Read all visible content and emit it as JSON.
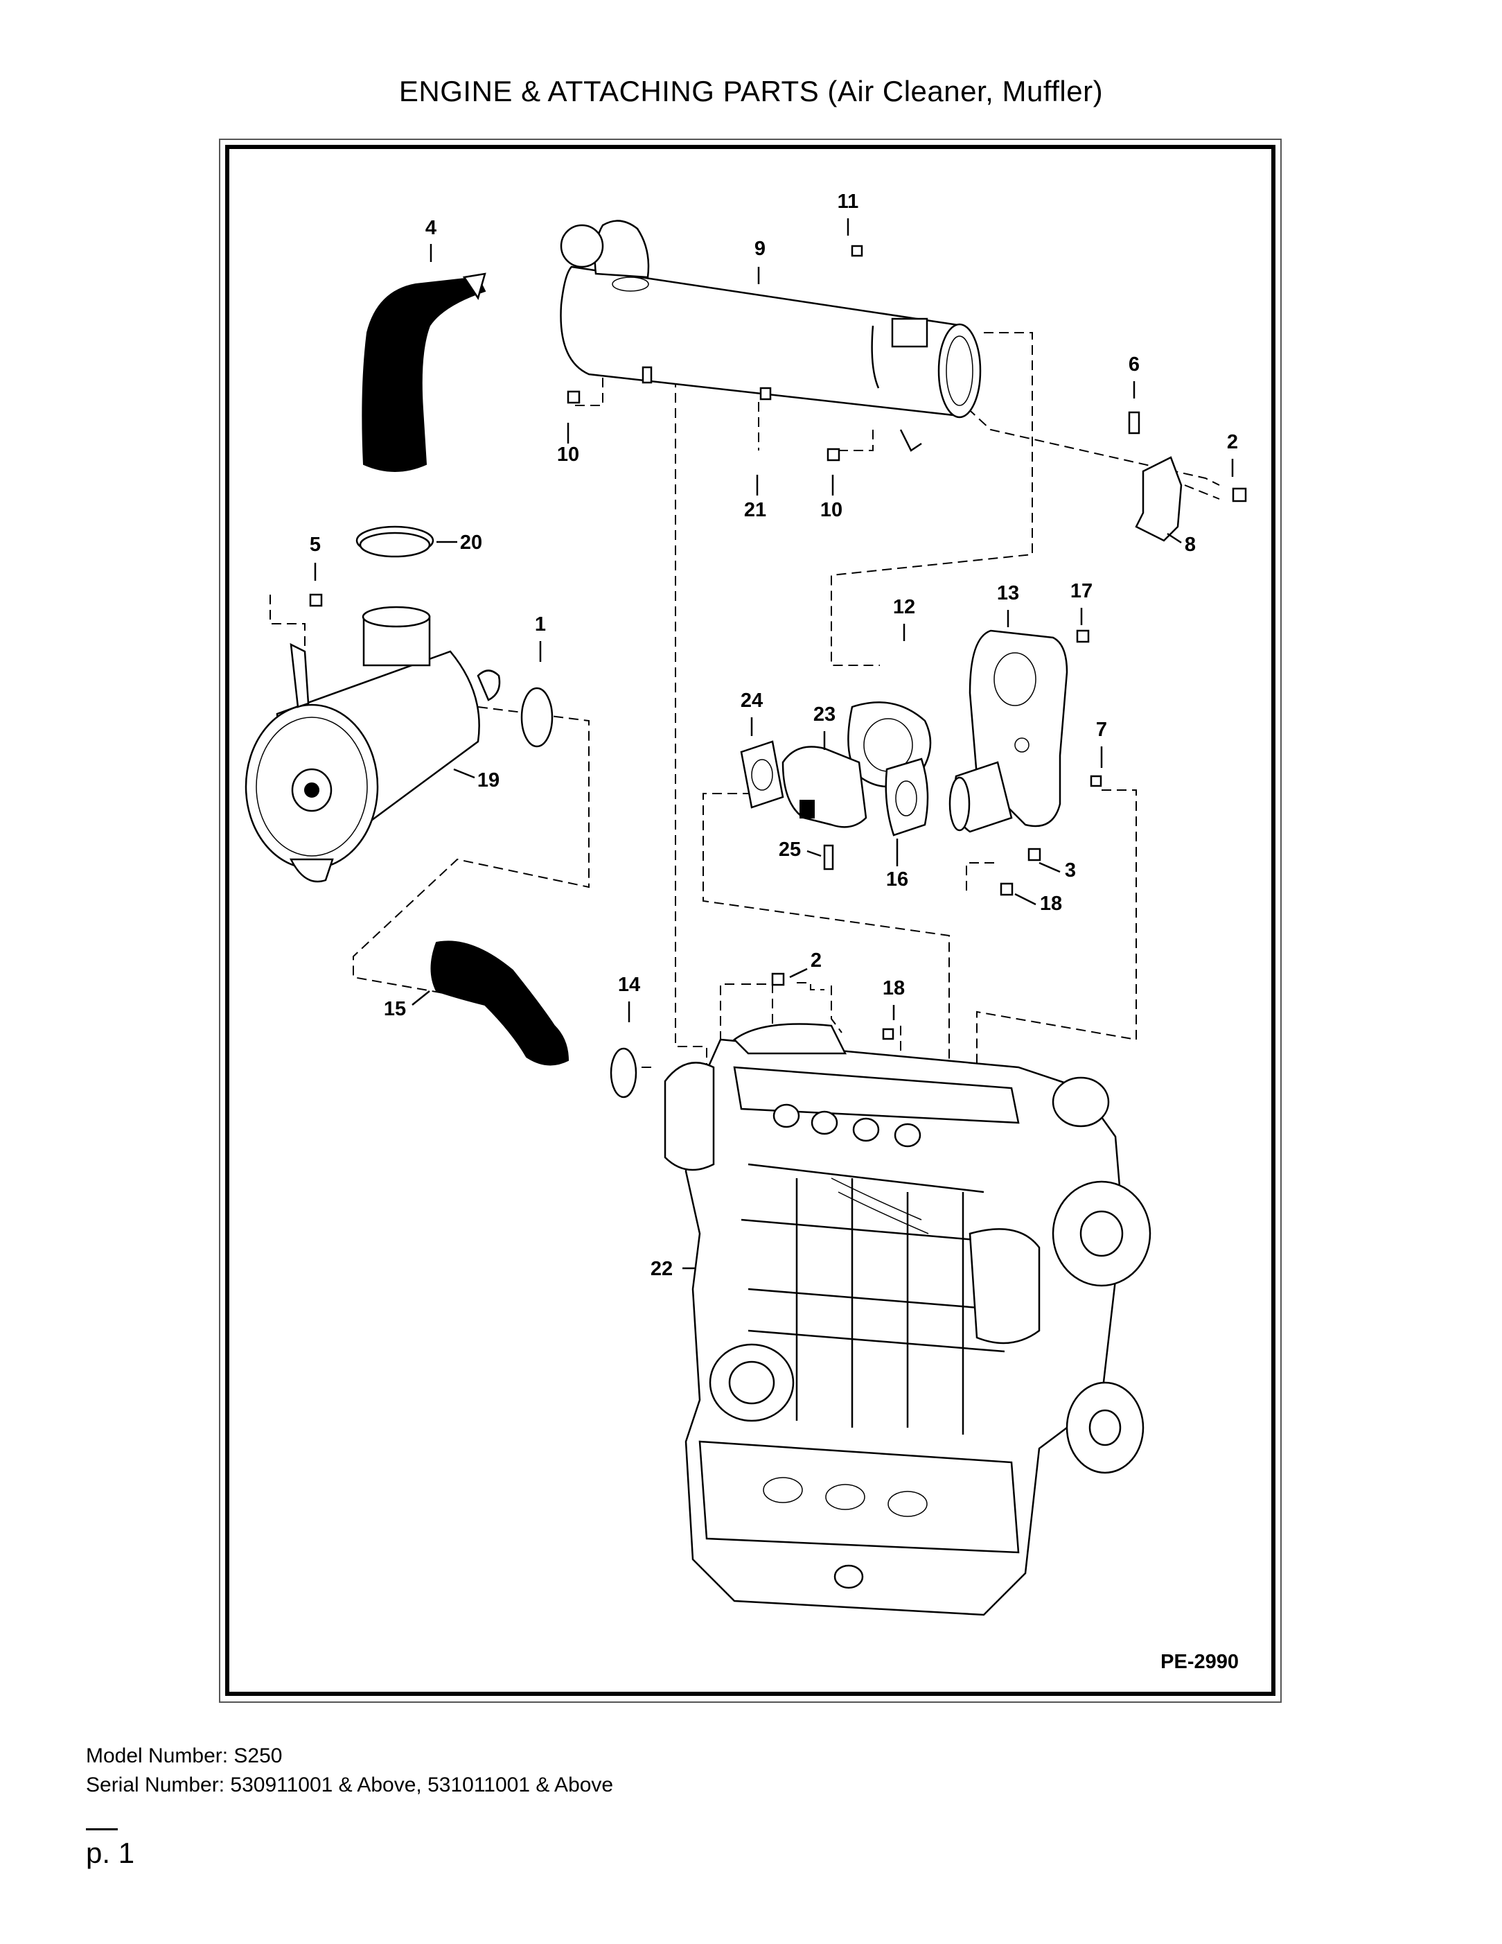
{
  "page_title": "ENGINE & ATTACHING PARTS (Air Cleaner, Muffler)",
  "drawing_id": "PE-2990",
  "callouts": [
    "1",
    "2",
    "2",
    "3",
    "4",
    "5",
    "6",
    "7",
    "8",
    "9",
    "10",
    "10",
    "11",
    "12",
    "13",
    "14",
    "15",
    "16",
    "17",
    "18",
    "18",
    "19",
    "20",
    "21",
    "22",
    "23",
    "24",
    "25"
  ],
  "model_number": "Model Number: S250",
  "serial_number": "Serial Number: 530911001 & Above, 531011001 & Above",
  "page_number": "p. 1"
}
